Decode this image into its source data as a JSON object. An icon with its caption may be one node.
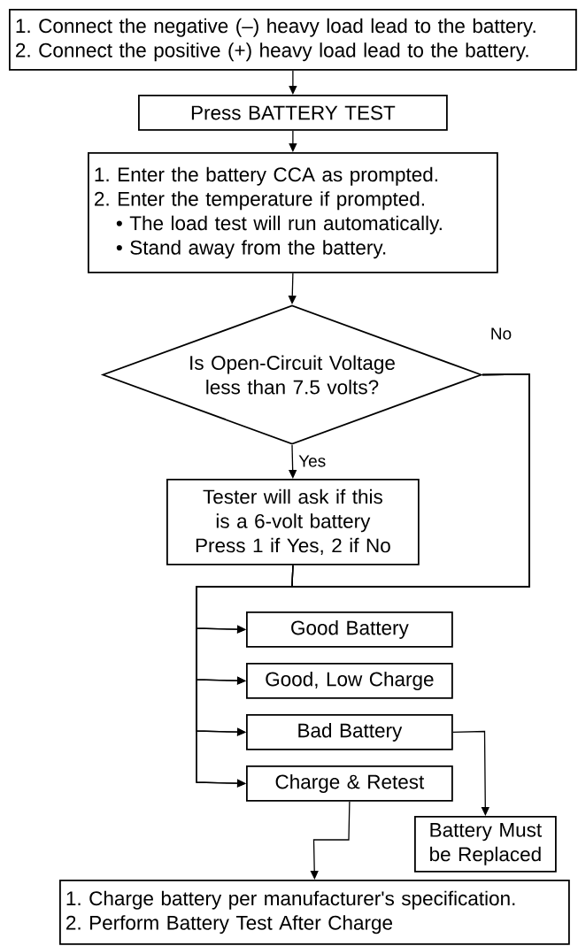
{
  "diagram": {
    "nodes": [
      {
        "text": [
          "1. Connect the negative (–) heavy load lead to the battery.",
          "2. Connect the positive (+) heavy load lead to the battery."
        ]
      },
      {
        "text": [
          "Press BATTERY TEST"
        ]
      },
      {
        "text": [
          "1. Enter the battery CCA as prompted.",
          "2. Enter the temperature if prompted.",
          "• The load test will run automatically.",
          "• Stand away from the battery."
        ]
      },
      {
        "text": [
          "Is Open-Circuit Voltage less than 7.5 volts?"
        ]
      },
      {
        "text": [
          "Tester will ask if this is a 6-volt battery Press 1 if Yes, 2 if No"
        ]
      },
      {
        "text": [
          "Good Battery"
        ]
      },
      {
        "text": [
          "Good, Low Charge"
        ]
      },
      {
        "text": [
          "Bad Battery"
        ]
      },
      {
        "text": [
          "Charge & Retest"
        ]
      },
      {
        "text": [
          "Battery Must be Replaced"
        ]
      },
      {
        "text": [
          "1. Charge battery per manufacturer's specification.",
          "2. Perform Battery Test After Charge"
        ]
      }
    ],
    "edges": [
      {
        "from": 0,
        "to": 1,
        "arrow": "to"
      },
      {
        "from": 1,
        "to": 2,
        "arrow": "to"
      },
      {
        "from": 2,
        "to": 3,
        "arrow": "to"
      },
      {
        "from": 3,
        "to": 4,
        "arrow": "to",
        "label": "Yes"
      },
      {
        "from": 3,
        "to": 5,
        "arrow": "to",
        "label": "No"
      },
      {
        "from": 3,
        "to": 6,
        "arrow": "to"
      },
      {
        "from": 3,
        "to": 7,
        "arrow": "to"
      },
      {
        "from": 3,
        "to": 8,
        "arrow": "to"
      },
      {
        "from": 4,
        "to": 5,
        "arrow": "to"
      },
      {
        "from": 4,
        "to": 6,
        "arrow": "to"
      },
      {
        "from": 4,
        "to": 7,
        "arrow": "to"
      },
      {
        "from": 4,
        "to": 8,
        "arrow": "to"
      },
      {
        "from": 7,
        "to": 9,
        "arrow": "to"
      },
      {
        "from": 8,
        "to": 10,
        "arrow": "to"
      }
    ]
  }
}
